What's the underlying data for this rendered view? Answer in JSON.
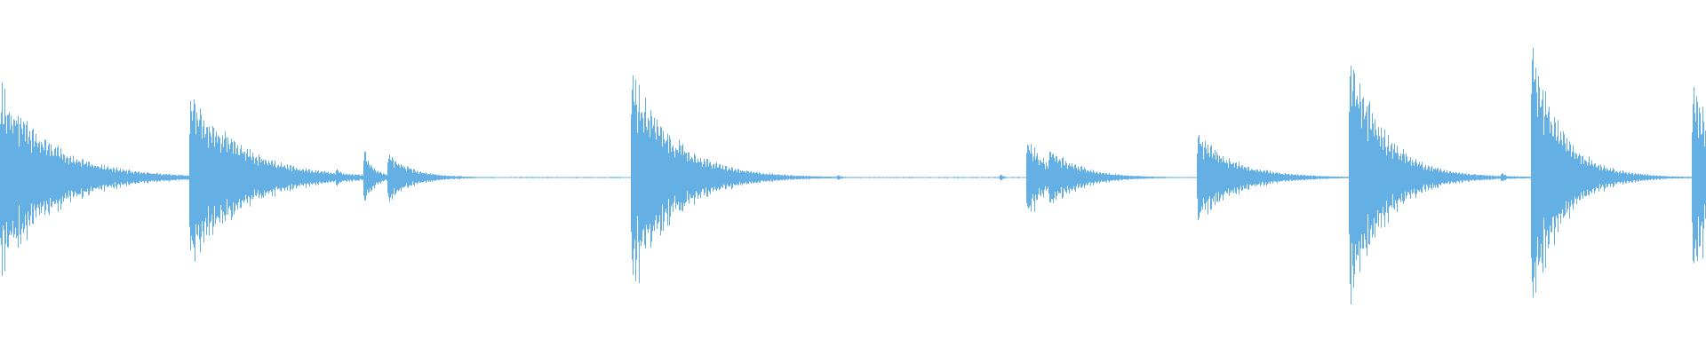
{
  "waveform": {
    "color": "#64b0e4",
    "background": "#ffffff",
    "baseline_amplitude": 0.004,
    "onsets": [
      {
        "t": 0.0,
        "peak": 0.72,
        "decay": 0.03
      },
      {
        "t": 0.088,
        "peak": 0.04,
        "decay": 0.004
      },
      {
        "t": 0.111,
        "peak": 0.66,
        "decay": 0.03
      },
      {
        "t": 0.197,
        "peak": 0.1,
        "decay": 0.003
      },
      {
        "t": 0.213,
        "peak": 0.22,
        "decay": 0.006
      },
      {
        "t": 0.227,
        "peak": 0.2,
        "decay": 0.014
      },
      {
        "t": 0.269,
        "peak": 0.02,
        "decay": 0.002
      },
      {
        "t": 0.37,
        "peak": 0.82,
        "decay": 0.025
      },
      {
        "t": 0.379,
        "peak": 0.32,
        "decay": 0.012
      },
      {
        "t": 0.491,
        "peak": 0.03,
        "decay": 0.002
      },
      {
        "t": 0.586,
        "peak": 0.03,
        "decay": 0.002
      },
      {
        "t": 0.602,
        "peak": 0.32,
        "decay": 0.012
      },
      {
        "t": 0.615,
        "peak": 0.24,
        "decay": 0.018
      },
      {
        "t": 0.702,
        "peak": 0.35,
        "decay": 0.022
      },
      {
        "t": 0.791,
        "peak": 1.0,
        "decay": 0.02
      },
      {
        "t": 0.798,
        "peak": 0.2,
        "decay": 0.03
      },
      {
        "t": 0.88,
        "peak": 0.05,
        "decay": 0.003
      },
      {
        "t": 0.898,
        "peak": 1.0,
        "decay": 0.018
      },
      {
        "t": 0.916,
        "peak": 0.18,
        "decay": 0.022
      },
      {
        "t": 0.992,
        "peak": 0.7,
        "decay": 0.02
      }
    ]
  }
}
